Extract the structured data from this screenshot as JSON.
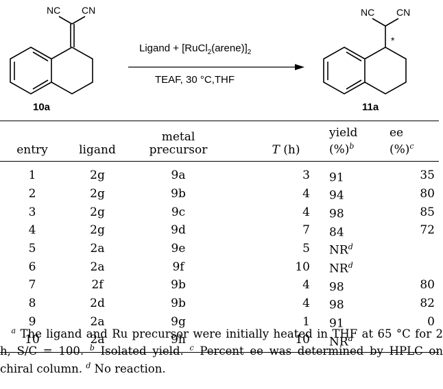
{
  "scheme": {
    "reactant_label": "10a",
    "product_label": "11a",
    "reactant_substituent_left": "NC",
    "reactant_substituent_right": "CN",
    "product_substituent_left": "NC",
    "product_substituent_right": "CN",
    "stereo_mark": "*",
    "conditions_above": "Ligand + [RuCl2(arene)]2",
    "conditions_below": "TEAF, 30 °C,THF"
  },
  "table": {
    "headers": {
      "entry": "entry",
      "ligand": "ligand",
      "metal_top": "metal",
      "metal_bottom": "precursor",
      "t": "T",
      "t_unit": " (h)",
      "yield_top": "yield",
      "yield_bottom": "(%)",
      "yield_note": "b",
      "ee_top": "ee",
      "ee_bottom": "(%)",
      "ee_note": "c"
    },
    "rows": [
      {
        "entry": "1",
        "ligand": "2g",
        "metal": "9a",
        "t": "3",
        "yield": "91",
        "yield_note": "",
        "ee": "35"
      },
      {
        "entry": "2",
        "ligand": "2g",
        "metal": "9b",
        "t": "4",
        "yield": "94",
        "yield_note": "",
        "ee": "80"
      },
      {
        "entry": "3",
        "ligand": "2g",
        "metal": "9c",
        "t": "4",
        "yield": "98",
        "yield_note": "",
        "ee": "85"
      },
      {
        "entry": "4",
        "ligand": "2g",
        "metal": "9d",
        "t": "7",
        "yield": "84",
        "yield_note": "",
        "ee": "72"
      },
      {
        "entry": "5",
        "ligand": "2a",
        "metal": "9e",
        "t": "5",
        "yield": "NR",
        "yield_note": "d",
        "ee": ""
      },
      {
        "entry": "6",
        "ligand": "2a",
        "metal": "9f",
        "t": "10",
        "yield": "NR",
        "yield_note": "d",
        "ee": ""
      },
      {
        "entry": "7",
        "ligand": "2f",
        "metal": "9b",
        "t": "4",
        "yield": "98",
        "yield_note": "",
        "ee": "80"
      },
      {
        "entry": "8",
        "ligand": "2d",
        "metal": "9b",
        "t": "4",
        "yield": "98",
        "yield_note": "",
        "ee": "82"
      },
      {
        "entry": "9",
        "ligand": "2a",
        "metal": "9g",
        "t": "1",
        "yield": "91",
        "yield_note": "",
        "ee": "0"
      },
      {
        "entry": "10",
        "ligand": "2a",
        "metal": "9h",
        "t": "10",
        "yield": "NR",
        "yield_note": "d",
        "ee": ""
      }
    ]
  },
  "footnotes": [
    {
      "mark": "a",
      "text": " The ligand and Ru precursor were initially heated in THF at 65 °C for 2 h, S/C = 100. "
    },
    {
      "mark": "b",
      "text": " Isolated yield. "
    },
    {
      "mark": "c",
      "text": " Percent ee was determined by HPLC on chiral column. "
    },
    {
      "mark": "d",
      "text": " No reaction."
    }
  ]
}
